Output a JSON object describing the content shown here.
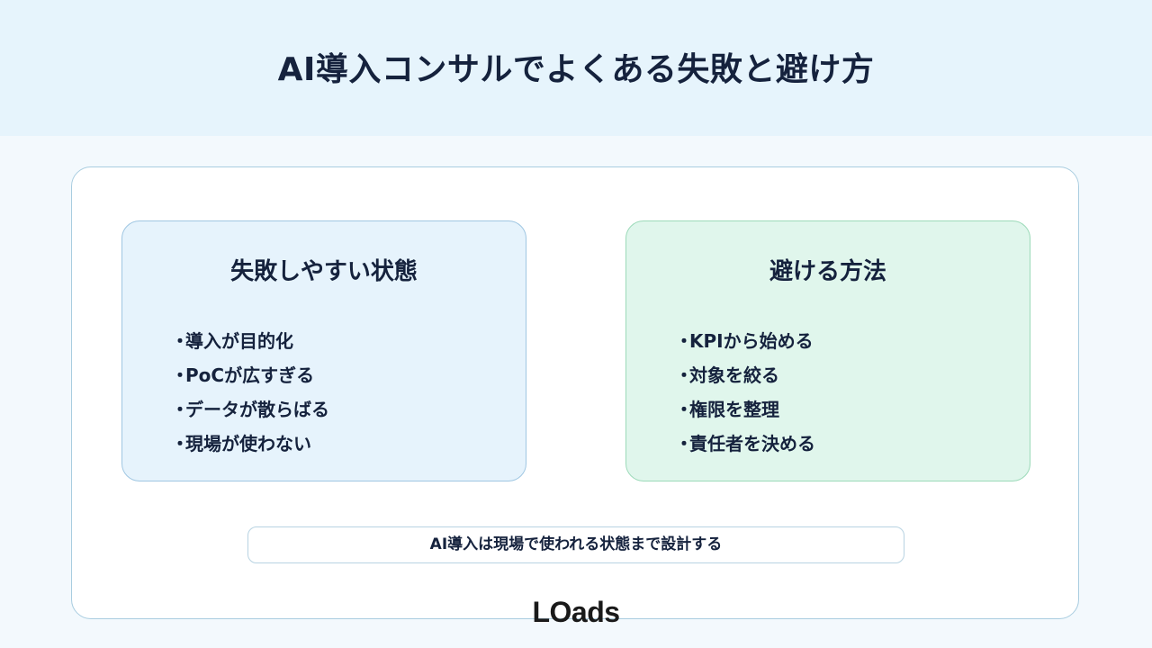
{
  "header": {
    "title": "AI導入コンサルでよくある失敗と避け方"
  },
  "left_panel": {
    "title": "失敗しやすい状態",
    "items": [
      "導入が目的化",
      "PoCが広すぎる",
      "データが散らばる",
      "現場が使わない"
    ]
  },
  "right_panel": {
    "title": "避ける方法",
    "items": [
      "KPIから始める",
      "対象を絞る",
      "権限を整理",
      "責任者を決める"
    ]
  },
  "bullet": "・",
  "summary": "AI導入は現場で使われる状態まで設計する",
  "logo": "LOads"
}
